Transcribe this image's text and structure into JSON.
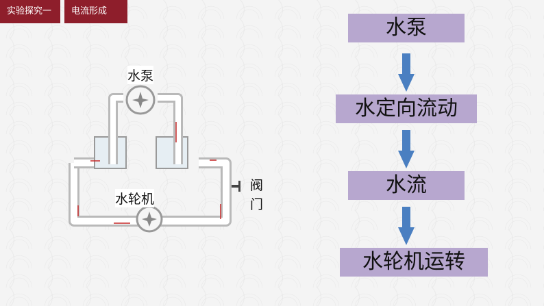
{
  "header": {
    "tabs": [
      {
        "label": "实验探究一"
      },
      {
        "label": "电流形成"
      }
    ]
  },
  "diagram": {
    "pump_label": "水泵",
    "turbine_label": "水轮机",
    "valve_label_1": "阀",
    "valve_label_2": "门"
  },
  "flowchart": {
    "steps": [
      {
        "label": "水泵"
      },
      {
        "label": "水定向流动"
      },
      {
        "label": "水流"
      },
      {
        "label": "水轮机运转"
      }
    ],
    "box_color": "#b7a7cf",
    "arrow_color": "#4a7fc1"
  },
  "colors": {
    "tab_bg": "#8e1e2b",
    "flow_arrow": "#c62828"
  }
}
